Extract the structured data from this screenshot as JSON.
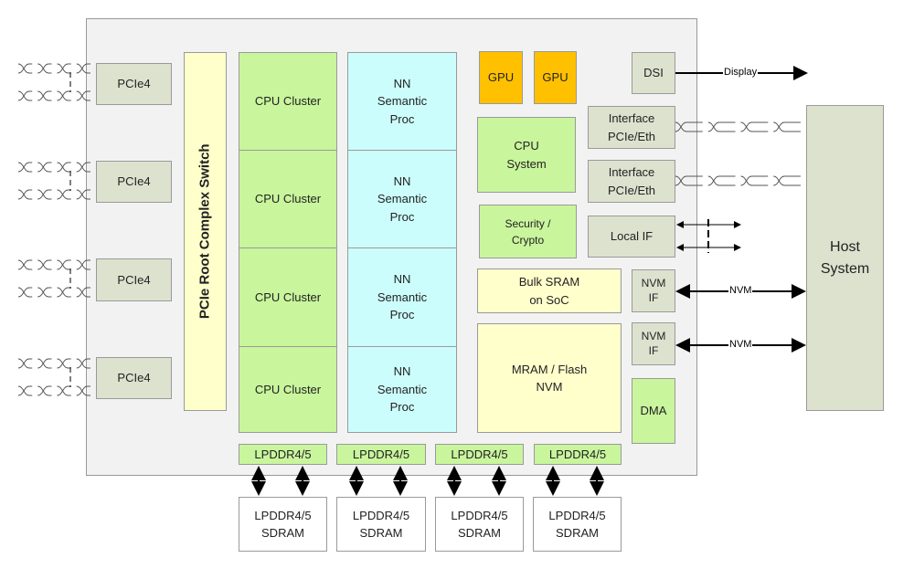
{
  "pcie_ports": [
    "PCIe4",
    "PCIe4",
    "PCIe4",
    "PCIe4"
  ],
  "root_switch": "PCIe Root Complex Switch",
  "cpu_clusters": [
    "CPU Cluster",
    "CPU Cluster",
    "CPU Cluster",
    "CPU Cluster"
  ],
  "nn_procs": [
    "NN\nSemantic\nProc",
    "NN\nSemantic\nProc",
    "NN\nSemantic\nProc",
    "NN\nSemantic\nProc"
  ],
  "gpus": [
    "GPU",
    "GPU"
  ],
  "dsi": "DSI",
  "cpu_system": "CPU\nSystem",
  "security": "Security /\nCrypto",
  "bulk_sram": "Bulk SRAM\non SoC",
  "mram": "MRAM / Flash\nNVM",
  "interfaces": [
    "Interface\nPCIe/Eth",
    "Interface\nPCIe/Eth"
  ],
  "local_if": "Local IF",
  "nvm_if": [
    "NVM\nIF",
    "NVM\nIF"
  ],
  "dma": "DMA",
  "host": "Host\nSystem",
  "lpddr_ctrl": [
    "LPDDR4/5",
    "LPDDR4/5",
    "LPDDR4/5",
    "LPDDR4/5"
  ],
  "sdram": [
    "LPDDR4/5\nSDRAM",
    "LPDDR4/5\nSDRAM",
    "LPDDR4/5\nSDRAM",
    "LPDDR4/5\nSDRAM"
  ],
  "links": {
    "display": "Display",
    "nvm": [
      "NVM",
      "NVM"
    ]
  },
  "colors": {
    "compute": "#c9f59d",
    "nn": "#ccfdfd",
    "gpu": "#ffc000",
    "memory": "#ffffcc",
    "io": "#dde2cf"
  }
}
